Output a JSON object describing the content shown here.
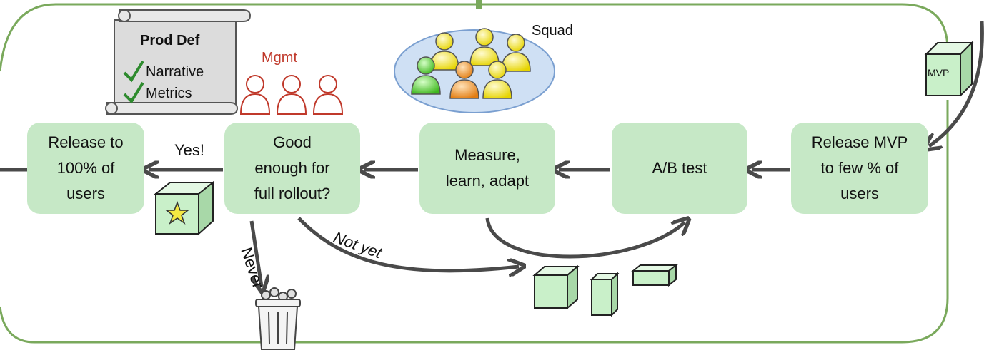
{
  "process": {
    "release_mvp": "Release MVP\nto few % of\nusers",
    "ab_test": "A/B test",
    "measure": "Measure,\nlearn, adapt",
    "good_enough": "Good\nenough for\nfull rollout?",
    "release_all": "Release to\n100% of\nusers"
  },
  "edges": {
    "yes": "Yes!",
    "never": "Never",
    "not_yet": "Not yet"
  },
  "actors": {
    "squad": "Squad",
    "mgmt": "Mgmt"
  },
  "prod_def": {
    "title": "Prod Def",
    "items": [
      "Narrative",
      "Metrics"
    ]
  },
  "artifacts": {
    "mvp": "MVP"
  },
  "colors": {
    "box_fill": "#c6e8c6",
    "frame": "#7aa95c",
    "arrow": "#4a4a4a",
    "mgmt": "#c0392b",
    "squad_ellipse": "#cfe0f4",
    "cube": "#c9f0c9",
    "check": "#2e8b2e",
    "star": "#f4e842"
  },
  "icons": [
    "squad-people-icon",
    "mgmt-people-icon",
    "scroll-icon",
    "checkmark-icon",
    "cube-icon",
    "star-cube-icon",
    "trash-can-icon"
  ]
}
